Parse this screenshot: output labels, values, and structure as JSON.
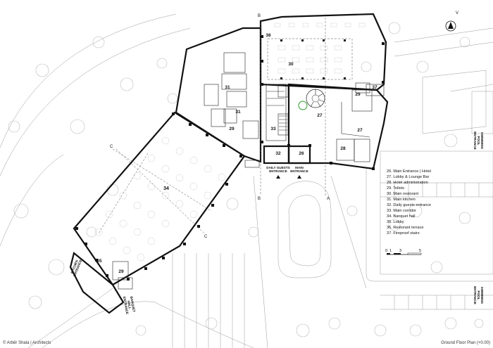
{
  "rooms": {
    "r26": "26",
    "r27a": "27",
    "r27b": "27",
    "r28": "28",
    "r29a": "29",
    "r29b": "29",
    "r29c": "29",
    "r30": "30",
    "r31": "31",
    "r32": "32",
    "r33": "33",
    "r34": "34",
    "r35": "35",
    "r36": "36",
    "r37": "37"
  },
  "entrances": {
    "daily_guests": [
      "DAILY GUESTS",
      "ENTRANCE"
    ],
    "main": [
      "MAIN",
      "ENTRANCE"
    ],
    "banquet": [
      "BANQUET",
      "HALL",
      "ENTRANCE"
    ],
    "kitchen": [
      "KITCHEN",
      "ENTRANCE"
    ],
    "pool": [
      "SWIMMING",
      "POOL",
      "ENTRANCE"
    ]
  },
  "section_marks": {
    "b_top": "B",
    "b_bottom": "B",
    "a_bottom": "A",
    "c_top": "C",
    "c_bottom": "C"
  },
  "legend": [
    "26. Main Entrance | Hotel",
    "27. Lobby & Lounge Bar",
    "28. Hotel administration",
    "29. Toilets",
    "30. Main restorant",
    "31. Main kitchen",
    "32. Daily guests entrance",
    "33. Main corridor",
    "34. Banquet hall",
    "35. Lobby",
    "36. Restorant terrace",
    "37. Fireproof stairs"
  ],
  "scale": {
    "t0": "0",
    "t1": "1",
    "t3": "3",
    "t5": "5"
  },
  "north": "V",
  "footer": {
    "credit": "© Arbër Shala | Architects",
    "title": "Ground Floor Plan (+0.00)"
  }
}
